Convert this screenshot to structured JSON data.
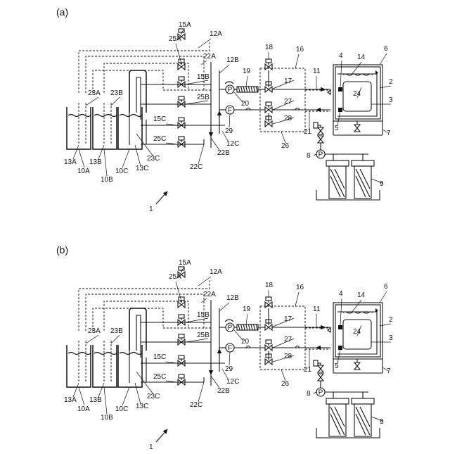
{
  "panels": [
    {
      "id": "a",
      "label": "(a)",
      "labels": {
        "l1": "1",
        "l2": "2",
        "l3": "3",
        "l4": "4",
        "l5": "5",
        "l6": "6",
        "l7": "7",
        "l8": "8",
        "l9": "9",
        "l10A": "10A",
        "l10B": "10B",
        "l10C": "10C",
        "l11": "11",
        "l12A": "12A",
        "l12B": "12B",
        "l12C": "12C",
        "l13A": "13A",
        "l13B": "13B",
        "l13C": "13C",
        "l14": "14",
        "l15A": "15A",
        "l15B": "15B",
        "l15C": "15C",
        "l16": "16",
        "l17": "17",
        "l18": "18",
        "l19": "19",
        "l20": "20",
        "l21": "21",
        "l22A": "22A",
        "l22B": "22B",
        "l22C": "22C",
        "l23A": "23A",
        "l23B": "23B",
        "l23C": "23C",
        "l24": "24",
        "l25A": "25A",
        "l25B": "25B",
        "l25C": "25C",
        "l26": "26",
        "l27": "27",
        "l28": "28",
        "l29": "29",
        "pumpP": "P",
        "pumpP2": "P",
        "flowF": "F"
      }
    },
    {
      "id": "b",
      "label": "(b)",
      "labels": {
        "l1": "1",
        "l2": "2",
        "l3": "3",
        "l4": "4",
        "l5": "5",
        "l6": "6",
        "l7": "7",
        "l8": "8",
        "l9": "9",
        "l10A": "10A",
        "l10B": "10B",
        "l10C": "10C",
        "l11": "11",
        "l12A": "12A",
        "l12B": "12B",
        "l12C": "12C",
        "l13A": "13A",
        "l13B": "13B",
        "l13C": "13C",
        "l14": "14",
        "l15A": "15A",
        "l15B": "15B",
        "l15C": "15C",
        "l16": "16",
        "l17": "17",
        "l18": "18",
        "l19": "19",
        "l20": "20",
        "l21": "21",
        "l22A": "22A",
        "l22B": "22B",
        "l22C": "22C",
        "l23A": "23A",
        "l23B": "23B",
        "l23C": "23C",
        "l24": "24",
        "l25A": "25A",
        "l25B": "25B",
        "l25C": "25C",
        "l26": "26",
        "l27": "27",
        "l28": "28",
        "l29": "29",
        "pumpP": "P",
        "pumpP2": "P",
        "flowF": "F"
      }
    }
  ]
}
